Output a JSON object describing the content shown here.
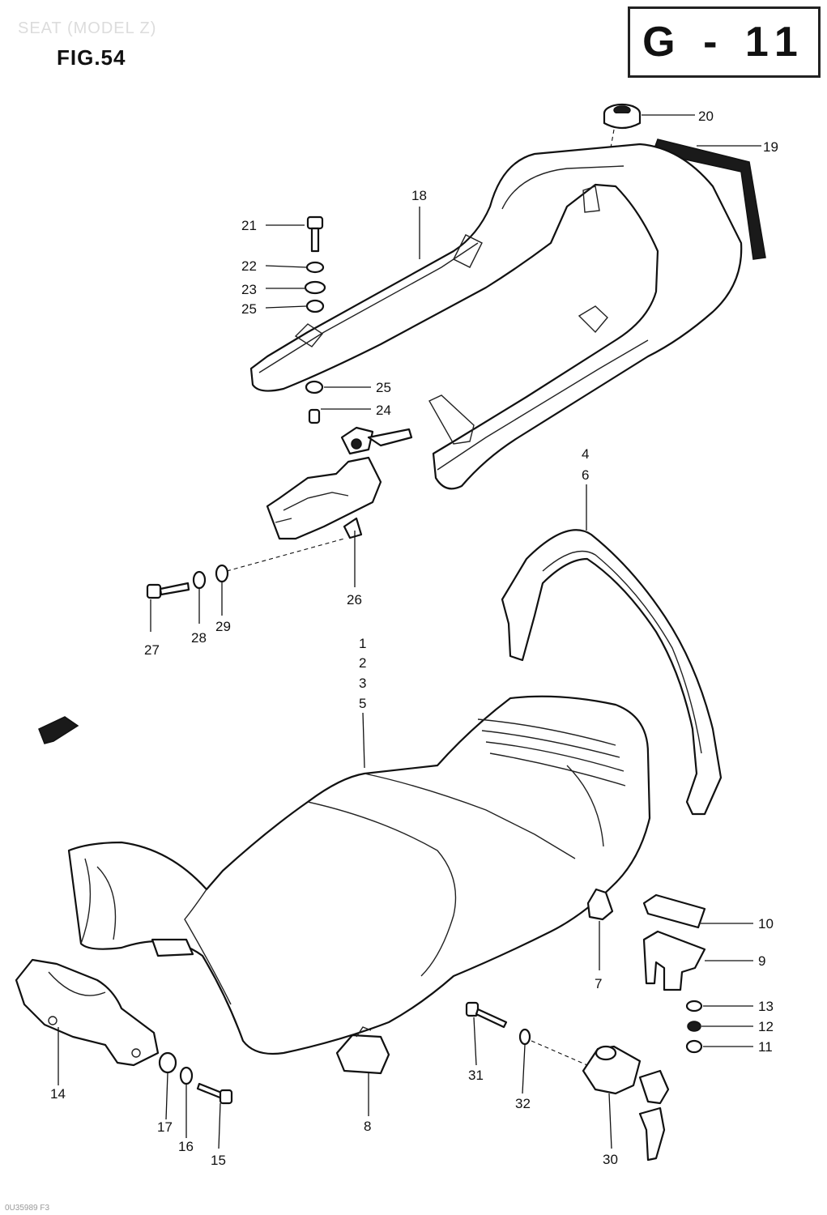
{
  "header": {
    "faint_title": "SEAT (MODEL Z)",
    "figure": "FIG.54",
    "code": "G - 11"
  },
  "footer": {
    "note": "0U35989 F3"
  },
  "callouts": {
    "n1": "1",
    "n2": "2",
    "n3": "3",
    "n4": "4",
    "n5": "5",
    "n6": "6",
    "n7": "7",
    "n8": "8",
    "n9": "9",
    "n10": "10",
    "n11": "11",
    "n12": "12",
    "n13": "13",
    "n14": "14",
    "n15": "15",
    "n16": "16",
    "n17": "17",
    "n18": "18",
    "n19": "19",
    "n20": "20",
    "n21": "21",
    "n22": "22",
    "n23": "23",
    "n24": "24",
    "n25a": "25",
    "n25b": "25",
    "n26": "26",
    "n27": "27",
    "n28": "28",
    "n29": "29",
    "n30": "30",
    "n31": "31",
    "n32": "32"
  }
}
